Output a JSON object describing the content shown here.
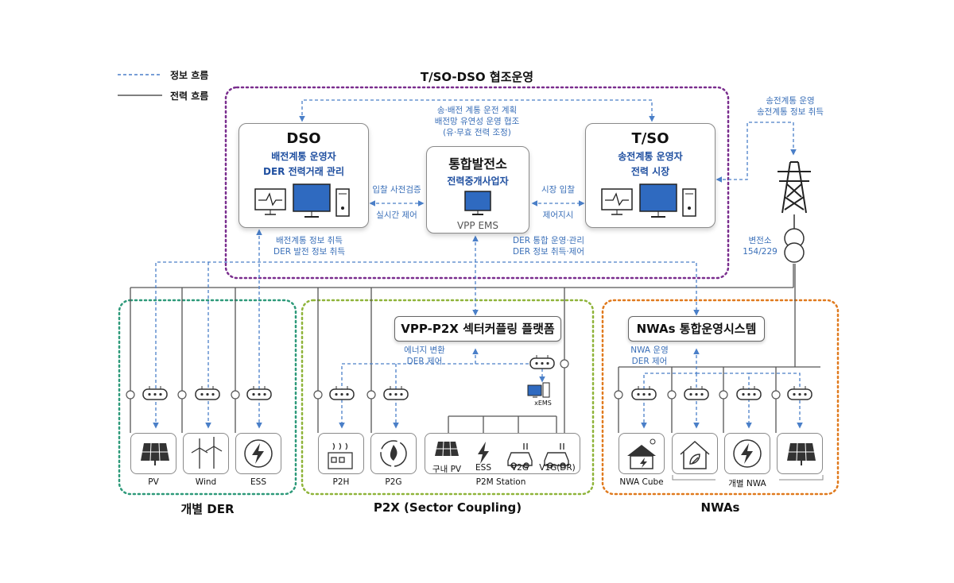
{
  "legend": {
    "info_flow": "정보 흐름",
    "power_flow": "전력 흐름"
  },
  "top_title": "T/SO-DSO 협조운영",
  "dso": {
    "title": "DSO",
    "line1": "배전계통 운영자",
    "line2": "DER 전력거래 관리"
  },
  "vpp": {
    "title": "통합발전소",
    "subtitle": "전력중개사업자",
    "ems": "VPP EMS"
  },
  "tso": {
    "title": "T/SO",
    "line1": "송전계통 운영자",
    "line2": "전력 시장"
  },
  "notes": {
    "top_1": "송·배전 계통 운전 계획",
    "top_2": "배전망 유연성 운영 협조",
    "top_3": "(유·무효 전력 조정)",
    "dso_vpp_1": "입찰 사전검증",
    "dso_vpp_2": "실시간 제어",
    "vpp_tso_1": "시장 입찰",
    "vpp_tso_2": "제어지시",
    "dso_below_1": "배전계통 정보 취득",
    "dso_below_2": "DER 발전 정보 취득",
    "vpp_below_1": "DER 통합 운영·관리",
    "vpp_below_2": "DER 정보 취득·제어",
    "tso_right_1": "송전계통 운영",
    "tso_right_2": "송전계통 정보 취득",
    "substation_1": "변전소",
    "substation_2": "154/229",
    "p2x_1": "에너지 변환",
    "p2x_2": "DER 제어",
    "nwa_1": "NWA 운영",
    "nwa_2": "DER 제어",
    "xems": "xEMS"
  },
  "platforms": {
    "p2x": "VPP-P2X 섹터커플링 플랫폼",
    "nwa": "NWAs 통합운영시스템"
  },
  "groups": {
    "der": "개별 DER",
    "p2x": "P2X (Sector Coupling)",
    "nwa": "NWAs"
  },
  "cards": {
    "pv": "PV",
    "wind": "Wind",
    "ess": "ESS",
    "p2h": "P2H",
    "p2g": "P2G",
    "p2m_pv": "구내 PV",
    "p2m_ess": "ESS",
    "p2m_v2g": "V2G",
    "p2m_v1g": "V1G(DR)",
    "p2m": "P2M Station",
    "nwa_cube": "NWA Cube",
    "individual_nwa": "개별 NWA"
  },
  "colors": {
    "info": "#4a7fc8",
    "power": "#555555",
    "tso_dso_border": "#7a2e8e",
    "der_border": "#2e9a7a",
    "p2x_border": "#8fb43a",
    "nwa_border": "#e07a1e",
    "title_blue": "#1f4fa0"
  }
}
